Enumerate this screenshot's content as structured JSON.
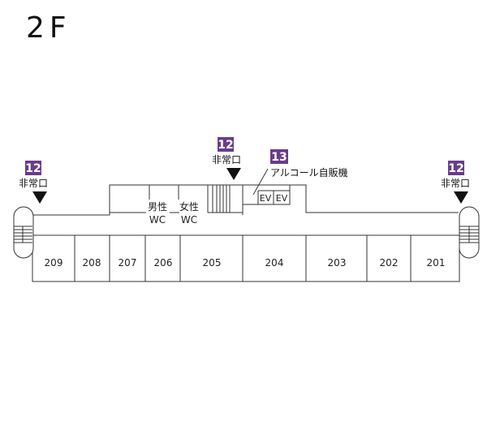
{
  "floor": {
    "title": "2F"
  },
  "colors": {
    "badge": "#6a3c8c",
    "line": "#333333"
  },
  "rooms": [
    {
      "number": "209"
    },
    {
      "number": "208"
    },
    {
      "number": "207"
    },
    {
      "number": "206"
    },
    {
      "number": "205"
    },
    {
      "number": "204"
    },
    {
      "number": "203"
    },
    {
      "number": "202"
    },
    {
      "number": "201"
    }
  ],
  "restrooms": {
    "men": {
      "label": "男性",
      "sub": "WC"
    },
    "women": {
      "label": "女性",
      "sub": "WC"
    }
  },
  "elevators": {
    "labels": [
      "EV",
      "EV"
    ]
  },
  "markers": {
    "emergency_exit": {
      "badge": "12",
      "label": "非常口",
      "icon": "triangle-down-icon"
    },
    "vending_machine": {
      "badge": "13",
      "label": "アルコール自販機"
    }
  }
}
